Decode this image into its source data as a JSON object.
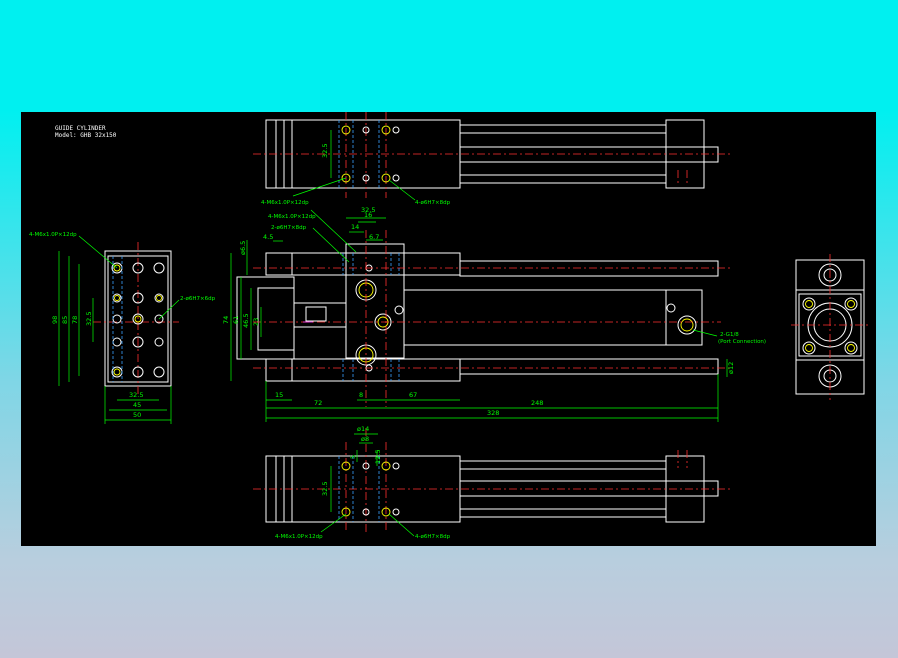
{
  "title_block": {
    "line1": "GUIDE CYLINDER",
    "line2": "Model: GHB 32x150"
  },
  "dims": {
    "d_32_5_top": "32.5",
    "d_32_5_mid": "32.5",
    "d_16": "16",
    "d_14": "14",
    "d_6_7": "6.7",
    "d_4_5": "4.5",
    "d_6_5": "ø6.5",
    "d_74": "74",
    "d_61": "61",
    "d_46_5": "46.5",
    "d_23": "23",
    "d_15": "15",
    "d_72": "72",
    "d_8": "8",
    "d_67": "67",
    "d_248": "248",
    "d_328": "328",
    "d_12_rod": "ø12",
    "d_98": "98",
    "d_85": "85",
    "d_78": "78",
    "d_32_5_side": "32.5",
    "d_32_5_bottom": "32.5",
    "d_45": "45",
    "d_50": "50",
    "d_14_bot": "ø14",
    "d_8_bot": "ø8",
    "d_12_5_bot": "12.5",
    "d_5_bot": "5",
    "d_32_5_lower": "32.5"
  },
  "notes": {
    "top_left_thread": "4-M6x1.0P×12dp",
    "top_right_pin": "4-ø6H7×8dp",
    "mid_thread": "4-M6x1.0P×12dp",
    "mid_pin": "2-ø6H7×8dp",
    "side_thread": "4-M6x1.0P×12dp",
    "side_pin": "2-ø6H7×6dp",
    "port": "2-G1/8",
    "port_sub": "(Port Connection)",
    "bottom_thread": "4-M6x1.0P×12dp",
    "bottom_pin": "4-ø6H7×8dp"
  },
  "colors": {
    "outline": "#ffffff",
    "dimension": "#00ff00",
    "centerline": "#ff3030",
    "hidden": "#3aa0ff",
    "accent": "#ffff00",
    "viewport_bg": "#000000"
  }
}
